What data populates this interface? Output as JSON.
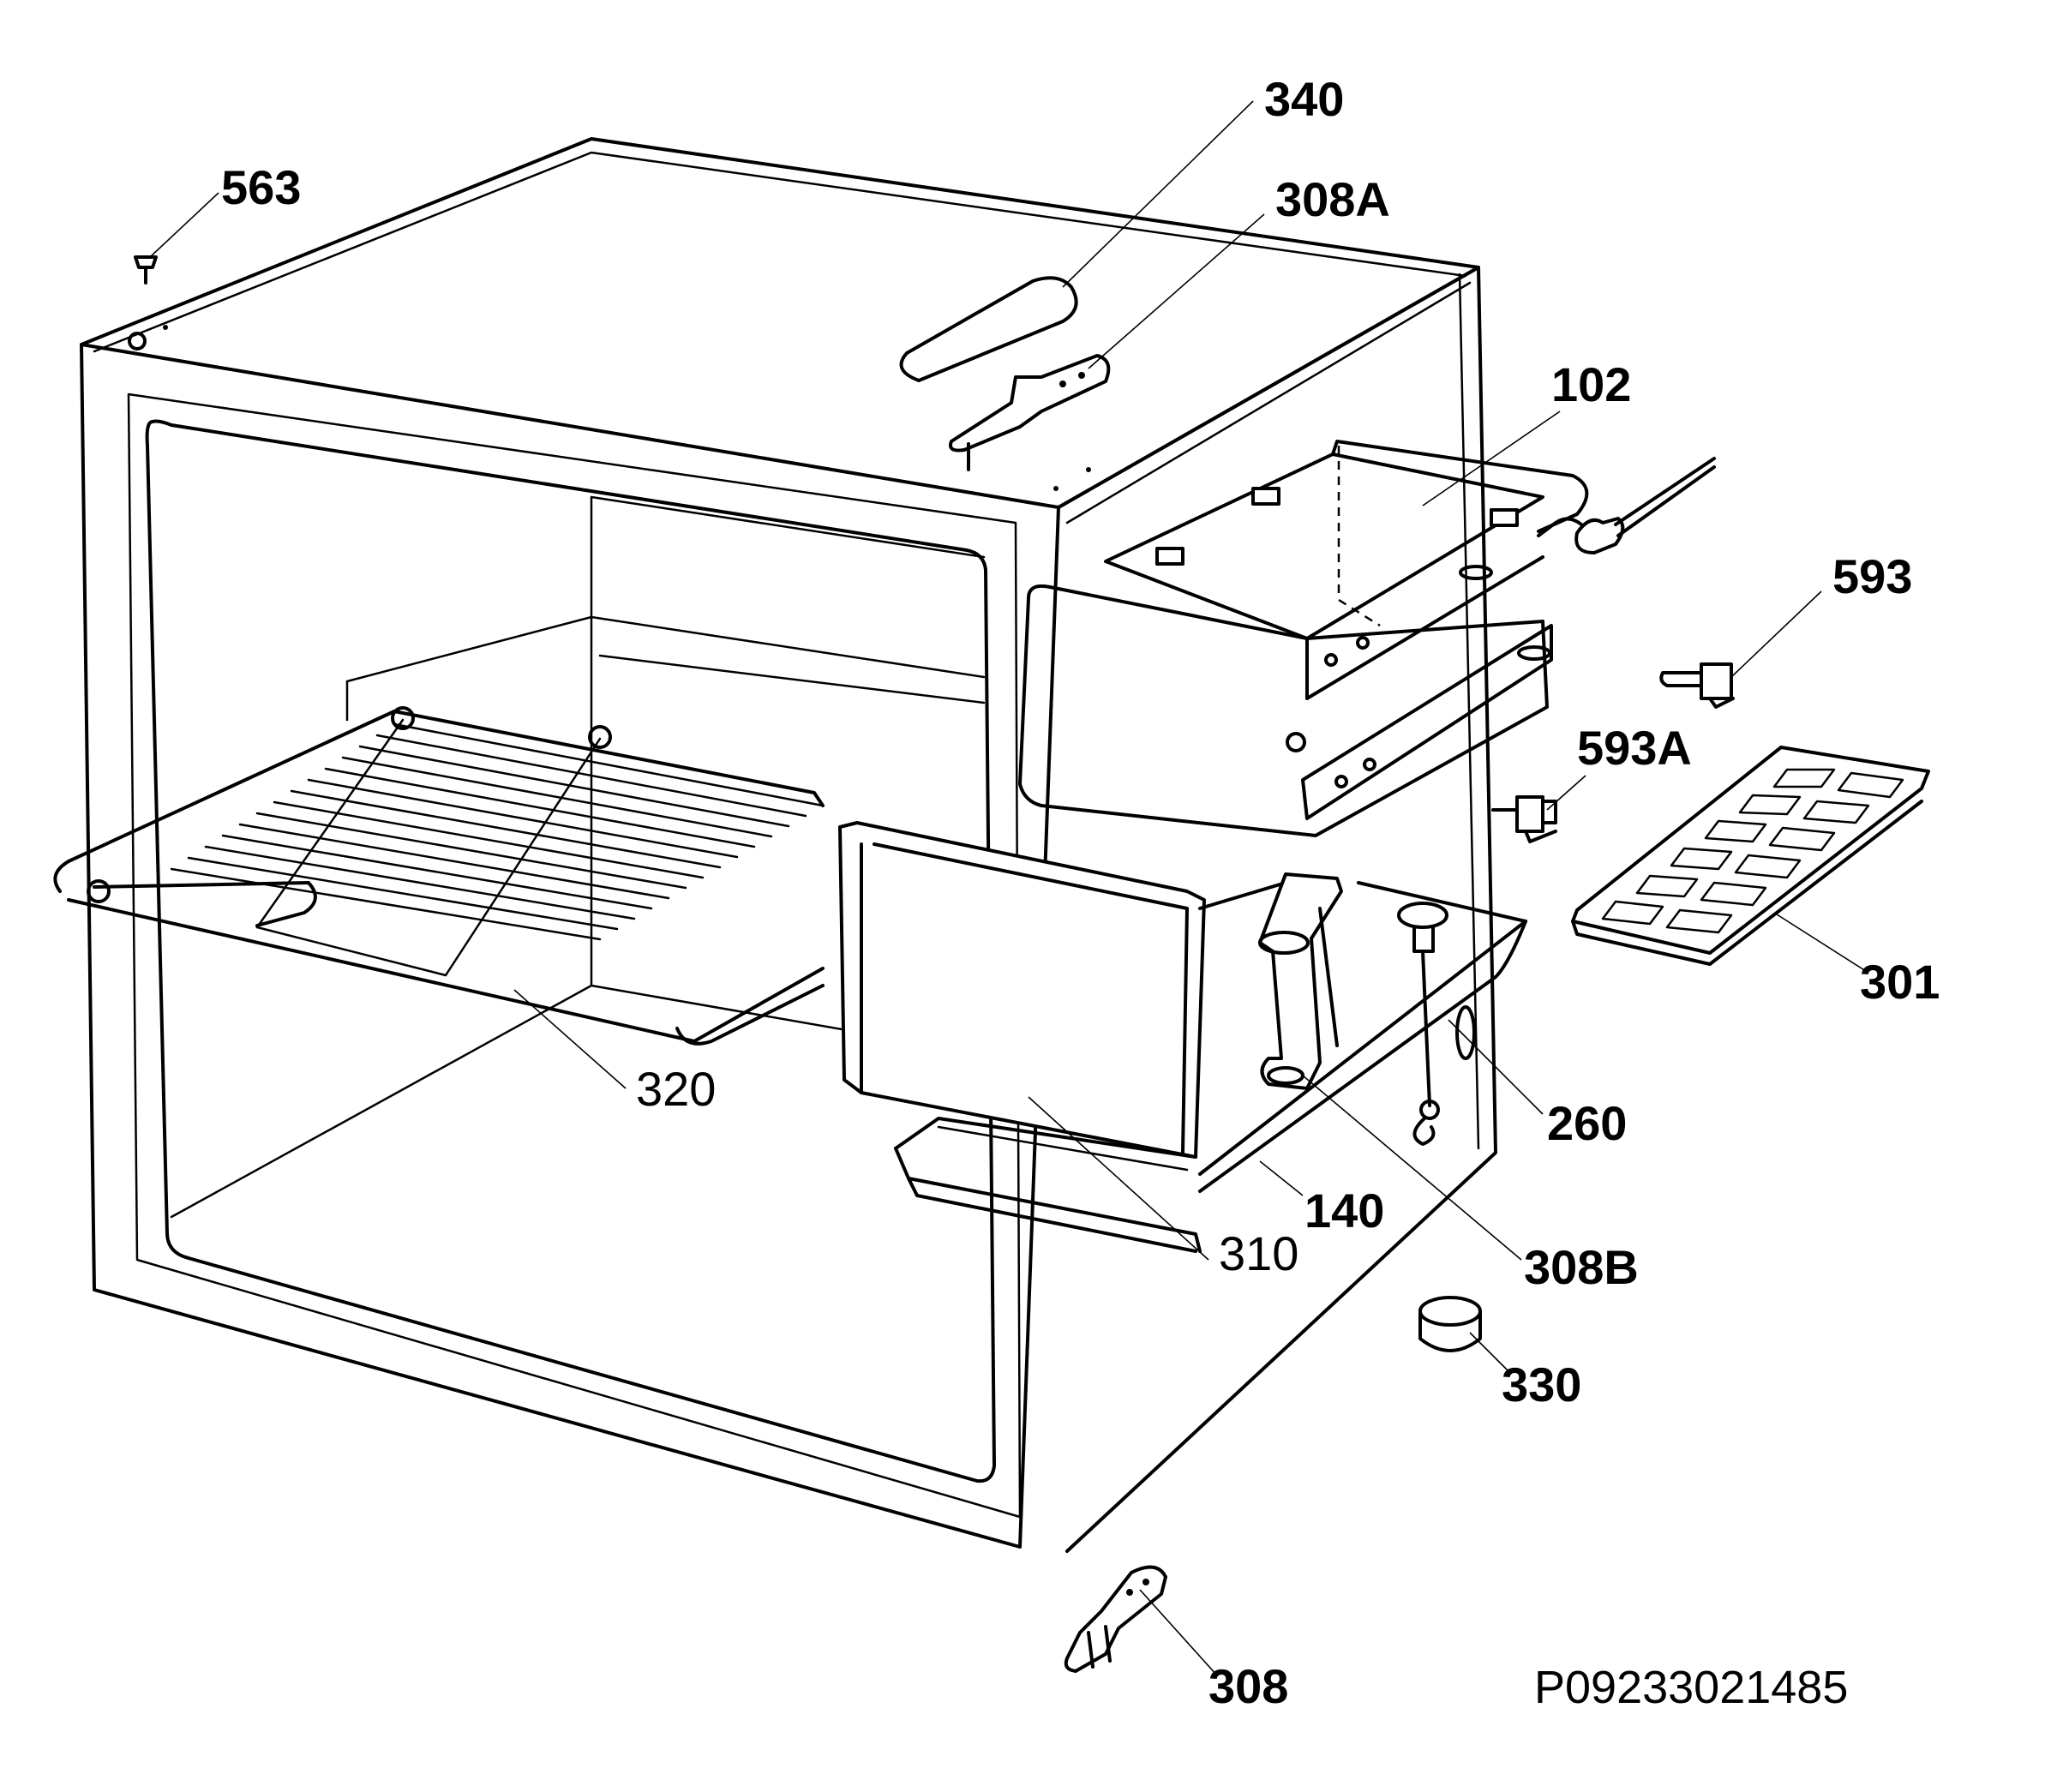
{
  "diagram": {
    "drawing_id": "P09233021485",
    "parts": [
      {
        "id": "p340",
        "label": "340"
      },
      {
        "id": "p308A",
        "label": "308A"
      },
      {
        "id": "p563",
        "label": "563"
      },
      {
        "id": "p102",
        "label": "102"
      },
      {
        "id": "p593",
        "label": "593"
      },
      {
        "id": "p593A",
        "label": "593A"
      },
      {
        "id": "p301",
        "label": "301"
      },
      {
        "id": "p320",
        "label": "320"
      },
      {
        "id": "p260",
        "label": "260"
      },
      {
        "id": "p140",
        "label": "140"
      },
      {
        "id": "p310",
        "label": "310"
      },
      {
        "id": "p308B",
        "label": "308B"
      },
      {
        "id": "p330",
        "label": "330"
      },
      {
        "id": "p308",
        "label": "308"
      }
    ]
  }
}
